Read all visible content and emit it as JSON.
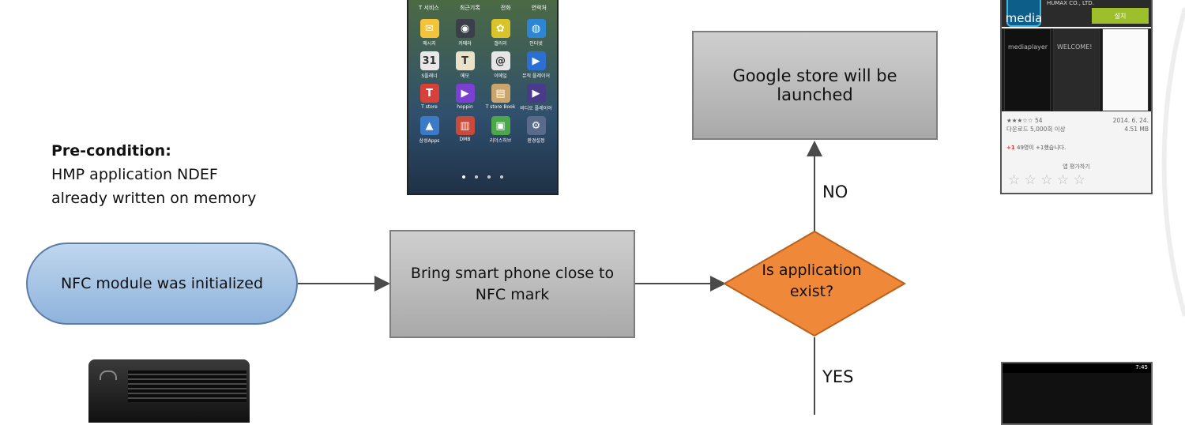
{
  "precondition": {
    "heading": "Pre-condition:",
    "line1": "HMP application NDEF",
    "line2": "already written on memory"
  },
  "flow": {
    "start": "NFC module was initialized",
    "step1_line1": "Bring smart phone close to",
    "step1_line2": "NFC mark",
    "decision_line1": "Is application",
    "decision_line2": "exist?",
    "no_result": "Google store will be launched",
    "no_label": "NO",
    "yes_label": "YES"
  },
  "phone_home": {
    "tabs": [
      "T 서비스",
      "최근기록",
      "전화",
      "연락처"
    ],
    "apps": [
      {
        "label": "메시지",
        "icon": "envelope-icon",
        "color": "#f3c33a",
        "glyph": "✉"
      },
      {
        "label": "카메라",
        "icon": "camera-icon",
        "color": "#3a3f4a",
        "glyph": "◉"
      },
      {
        "label": "갤러리",
        "icon": "gallery-icon",
        "color": "#d9c22a",
        "glyph": "✿"
      },
      {
        "label": "인터넷",
        "icon": "globe-icon",
        "color": "#2d86d4",
        "glyph": "◍"
      },
      {
        "label": "S플래너",
        "icon": "calendar-icon",
        "color": "#e8e8e8",
        "glyph": "31"
      },
      {
        "label": "메모",
        "icon": "memo-icon",
        "color": "#e9e2c9",
        "glyph": "T"
      },
      {
        "label": "이메일",
        "icon": "email-icon",
        "color": "#e6e6e6",
        "glyph": "@"
      },
      {
        "label": "뮤직 플레이어",
        "icon": "music-icon",
        "color": "#2a6fd1",
        "glyph": "▶"
      },
      {
        "label": "T store",
        "icon": "tstore-icon",
        "color": "#d8403a",
        "glyph": "T"
      },
      {
        "label": "hoppin",
        "icon": "hoppin-icon",
        "color": "#7b3fd2",
        "glyph": "▶"
      },
      {
        "label": "T store Book",
        "icon": "book-icon",
        "color": "#c9a46b",
        "glyph": "▤"
      },
      {
        "label": "비디오 플레이어",
        "icon": "video-icon",
        "color": "#4a3b8a",
        "glyph": "▶"
      },
      {
        "label": "삼성Apps",
        "icon": "samsung-apps-icon",
        "color": "#3a7bc8",
        "glyph": "▲"
      },
      {
        "label": "DMB",
        "icon": "dmb-icon",
        "color": "#c84a3a",
        "glyph": "▥"
      },
      {
        "label": "리더스허브",
        "icon": "readers-hub-icon",
        "color": "#4aa84a",
        "glyph": "▣"
      },
      {
        "label": "환경설정",
        "icon": "settings-icon",
        "color": "#5a6a8a",
        "glyph": "⚙"
      }
    ]
  },
  "phone_store": {
    "app_icon_text": "media",
    "publisher": "HUMAX CO., LTD.",
    "install": "설치",
    "shot_title": "mediaplayer",
    "shot_welcome": "WELCOME!",
    "rating_stars": "★★★☆☆",
    "rating_count": "54",
    "date": "2014. 6. 24.",
    "downloads": "다운로드 5,000회 이상",
    "size": "4.51 MB",
    "plus_badge": "+1",
    "plus_text": "49명이 +1했습니다.",
    "rate_label": "앱 평가하기",
    "stars": "☆ ☆ ☆ ☆ ☆"
  },
  "phone_bottom": {
    "time": "7:45"
  },
  "colors": {
    "start_fill": "#a8c6e8",
    "step_fill": "#bdbdbd",
    "decision_fill": "#f0883a",
    "arrow": "#4a4a4a"
  }
}
